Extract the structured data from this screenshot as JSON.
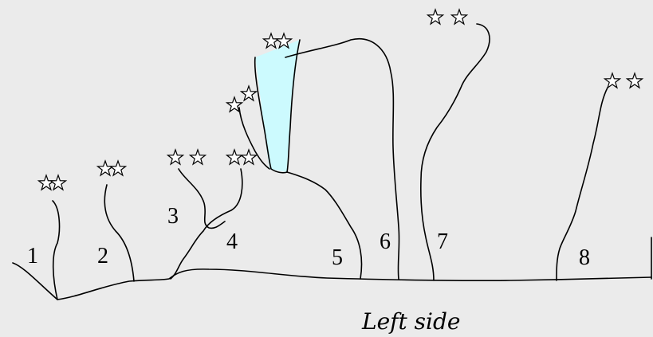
{
  "diagram": {
    "caption": "Left side",
    "highlight_color": "#ccfafe",
    "background_color": "#ebebeb",
    "star_symbol": "two-stars",
    "routes": [
      {
        "label": "1"
      },
      {
        "label": "2"
      },
      {
        "label": "3"
      },
      {
        "label": "4"
      },
      {
        "label": "5"
      },
      {
        "label": "6"
      },
      {
        "label": "7"
      },
      {
        "label": "8"
      }
    ]
  }
}
